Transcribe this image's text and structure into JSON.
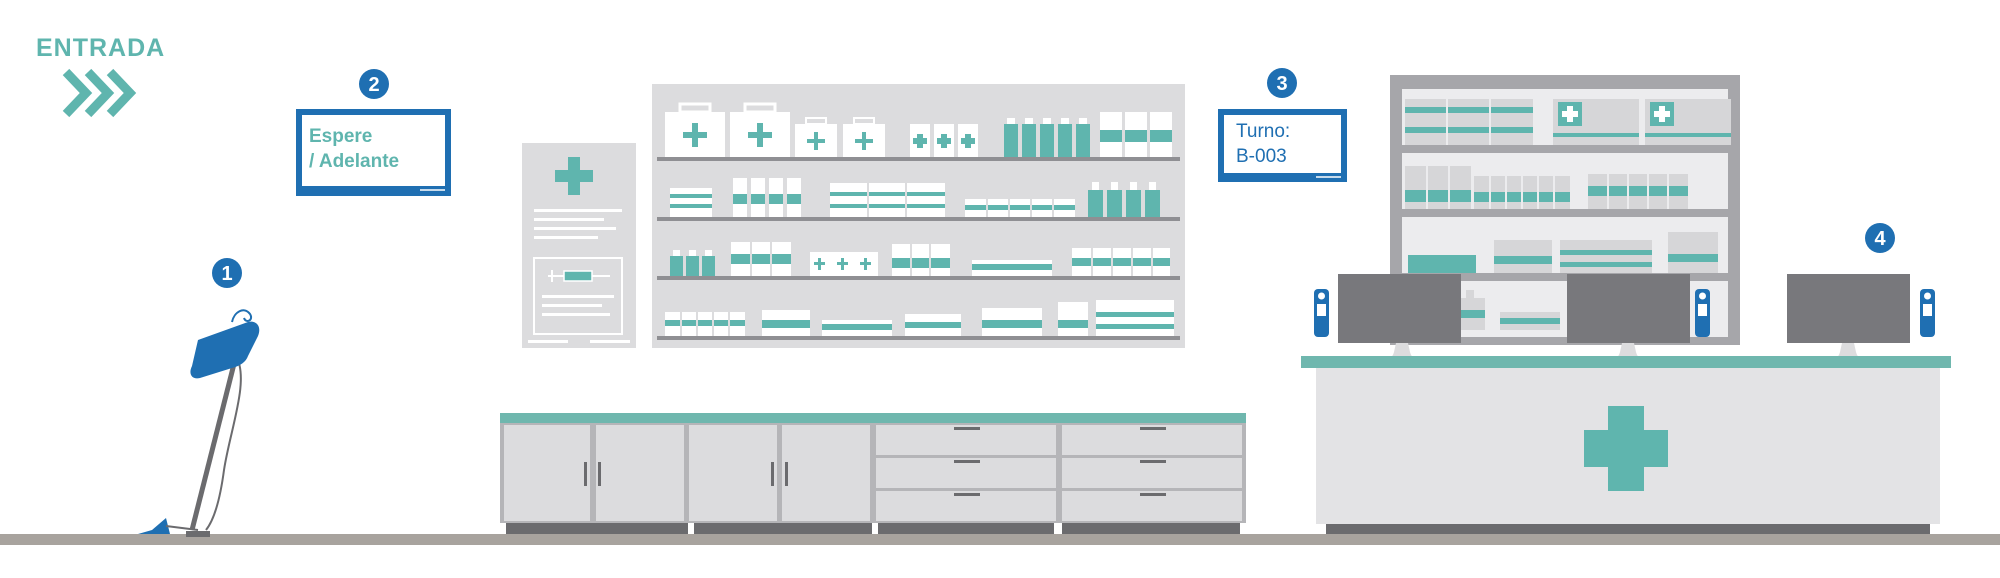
{
  "entrance": {
    "label": "ENTRADA",
    "icon": "triple-chevron-right-icon"
  },
  "badges": [
    "1",
    "2",
    "3",
    "4"
  ],
  "wait_sign": {
    "line1": "Espere",
    "line2": "/ Adelante"
  },
  "turn_sign": {
    "line1": "Turno:",
    "line2": "B-003"
  },
  "colors": {
    "teal": "#5fb5ae",
    "blue": "#1f6fb2",
    "light_gray": "#d9d9db",
    "mid_gray": "#b5b5b8",
    "dark_gray": "#6b6b6e",
    "floor": "#a8a39e"
  }
}
